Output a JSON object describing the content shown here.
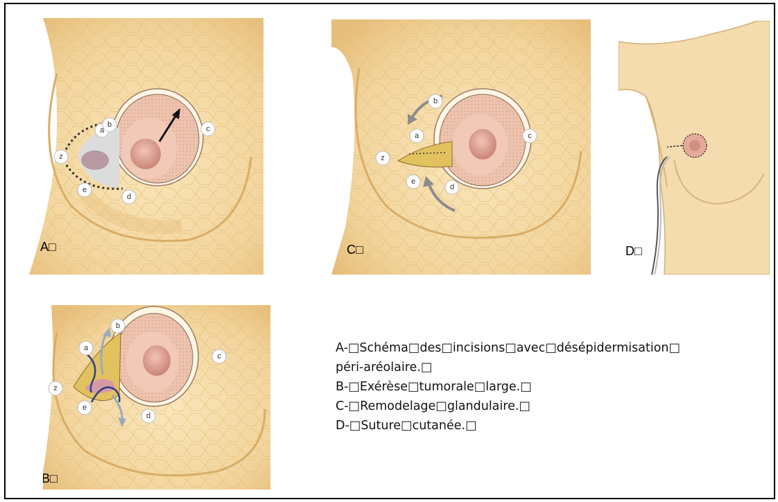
{
  "panels": {
    "A": {
      "label": "A□",
      "markers": [
        "a",
        "b",
        "c",
        "d",
        "e",
        "z"
      ]
    },
    "B": {
      "label": "B□",
      "markers": [
        "a",
        "b",
        "c",
        "d",
        "e",
        "z"
      ]
    },
    "C": {
      "label": "C□",
      "markers": [
        "a",
        "b",
        "c",
        "d",
        "e",
        "z"
      ]
    },
    "D": {
      "label": "D□"
    }
  },
  "caption": {
    "line1": "A-□Schéma□des□incisions□avec□désépidermisation□",
    "line2": "péri-aréolaire.□",
    "line3": "B-□Exérèse□tumorale□large.□",
    "line4": "C-□Remodelage□glandulaire.□",
    "line5": "D-□Suture□cutanée.□"
  },
  "colors": {
    "skin": "#f4d9a6",
    "gland": "#efd48f",
    "areola": "#e9b9a0",
    "nipple": "#d9948a",
    "background": "#ffffff"
  }
}
